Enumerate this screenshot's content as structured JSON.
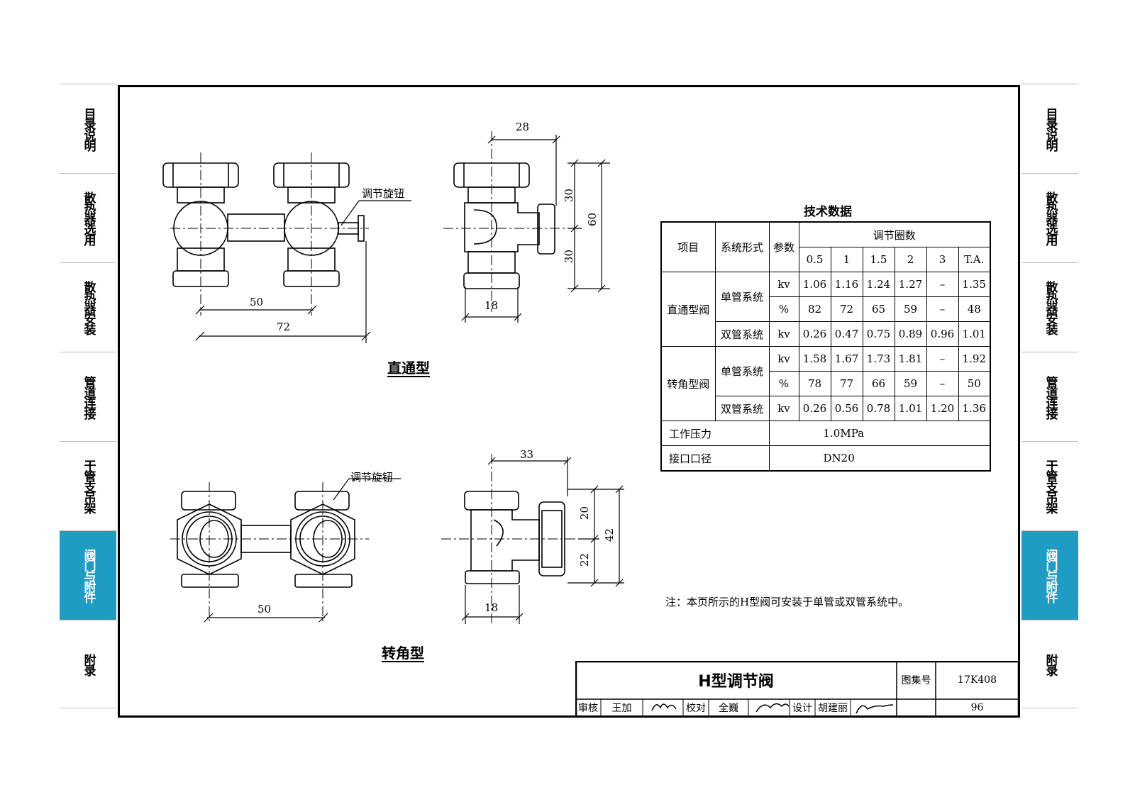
{
  "side_tabs": [
    {
      "label": "目录说明",
      "active": false
    },
    {
      "label": "散热器选用",
      "active": false
    },
    {
      "label": "散热器安装",
      "active": false
    },
    {
      "label": "管道连接",
      "active": false
    },
    {
      "label": "干管支吊架",
      "active": false
    },
    {
      "label": "阀门与附件",
      "active": true
    },
    {
      "label": "附录",
      "active": false
    }
  ],
  "accent_color": "#1e9cc4",
  "drawing": {
    "straight": {
      "heading": "直通型",
      "knob_label": "调节旋钮",
      "dims": {
        "center": "50",
        "overall": "72",
        "top_offset": "28",
        "upper_half": "30",
        "lower_half": "30",
        "height": "60",
        "side_width": "18"
      }
    },
    "angle": {
      "heading": "转角型",
      "knob_label": "调节旋钮",
      "dims": {
        "center": "50",
        "top_offset": "33",
        "upper": "20",
        "lower": "22",
        "height": "42",
        "side_width": "18"
      }
    }
  },
  "tech": {
    "title": "技术数据",
    "header": {
      "item": "项目",
      "system": "系统形式",
      "param": "参数",
      "turns": "调节圈数",
      "turn_values": [
        "0.5",
        "1",
        "1.5",
        "2",
        "3",
        "T.A."
      ]
    },
    "groups": [
      {
        "name": "直通型阀",
        "rows": [
          {
            "system": "单管系统",
            "param": "kv",
            "values": [
              "1.06",
              "1.16",
              "1.24",
              "1.27",
              "–",
              "1.35"
            ]
          },
          {
            "param": "%",
            "values": [
              "82",
              "72",
              "65",
              "59",
              "–",
              "48"
            ]
          },
          {
            "system": "双管系统",
            "param": "kv",
            "values": [
              "0.26",
              "0.47",
              "0.75",
              "0.89",
              "0.96",
              "1.01"
            ]
          }
        ]
      },
      {
        "name": "转角型阀",
        "rows": [
          {
            "system": "单管系统",
            "param": "kv",
            "values": [
              "1.58",
              "1.67",
              "1.73",
              "1.81",
              "–",
              "1.92"
            ]
          },
          {
            "param": "%",
            "values": [
              "78",
              "77",
              "66",
              "59",
              "–",
              "50"
            ]
          },
          {
            "system": "双管系统",
            "param": "kv",
            "values": [
              "0.26",
              "0.56",
              "0.78",
              "1.01",
              "1.20",
              "1.36"
            ]
          }
        ]
      }
    ],
    "pressure": {
      "label": "工作压力",
      "value": "1.0MPa"
    },
    "port": {
      "label": "接口口径",
      "value": "DN20"
    }
  },
  "note": "注：本页所示的H型阀可安装于单管或双管系统中。",
  "title_block": {
    "title": "H型调节阀",
    "atlas_label": "图集号",
    "atlas_no": "17K408",
    "page": "96",
    "review_label": "审核",
    "review_name": "王加",
    "check_label": "校对",
    "check_name": "全巍",
    "design_label": "设计",
    "design_name": "胡建丽"
  }
}
